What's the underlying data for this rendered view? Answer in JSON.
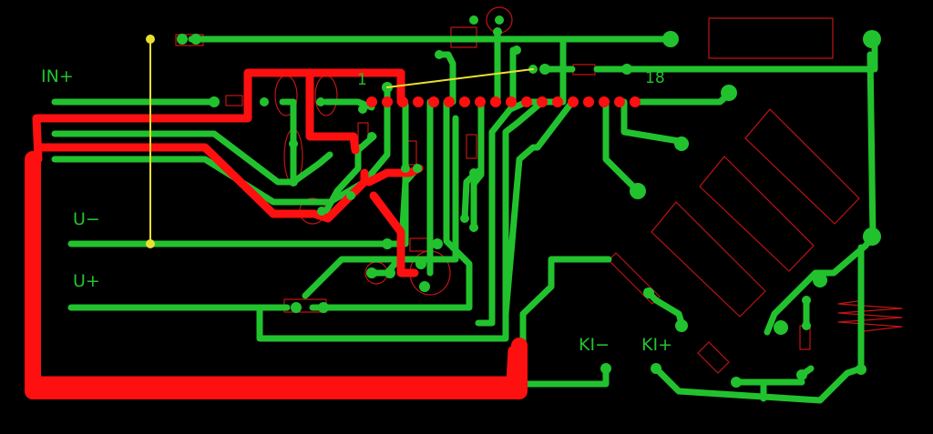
{
  "colors": {
    "background": "#000000",
    "bottom_trace": "#22c22e",
    "top_trace": "#ff1010",
    "jumper": "#e8e030",
    "outline": "#c01414"
  },
  "labels": {
    "in_plus": "IN+",
    "u_minus": "U−",
    "u_plus": "U+",
    "ki_minus": "KI−",
    "ki_plus": "KI+",
    "pin_1": "1",
    "pin_18": "18"
  }
}
